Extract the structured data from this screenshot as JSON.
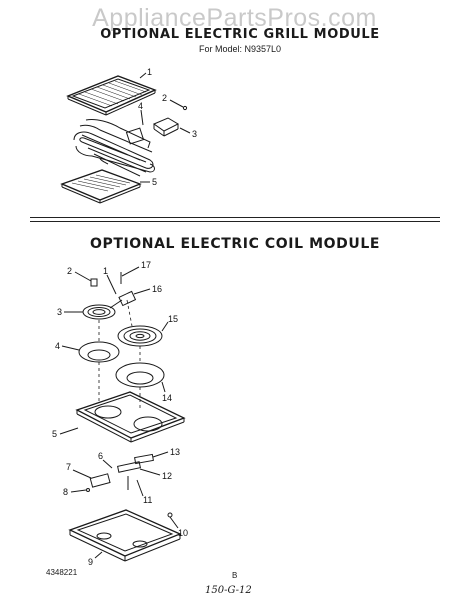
{
  "watermark": "AppliancePartsPros.com",
  "grill_module": {
    "title": "OPTIONAL ELECTRIC GRILL MODULE",
    "subtitle": "For Model: N9357L0",
    "callouts": [
      "1",
      "2",
      "3",
      "4",
      "5"
    ]
  },
  "coil_module": {
    "title": "OPTIONAL ELECTRIC COIL MODULE",
    "callouts": [
      "2",
      "17",
      "1",
      "16",
      "3",
      "15",
      "4",
      "14",
      "5",
      "13",
      "6",
      "12",
      "7",
      "8",
      "11",
      "10",
      "9"
    ]
  },
  "footer": {
    "part_number": "4348221",
    "page": "B",
    "handwritten": "150-G-12"
  }
}
